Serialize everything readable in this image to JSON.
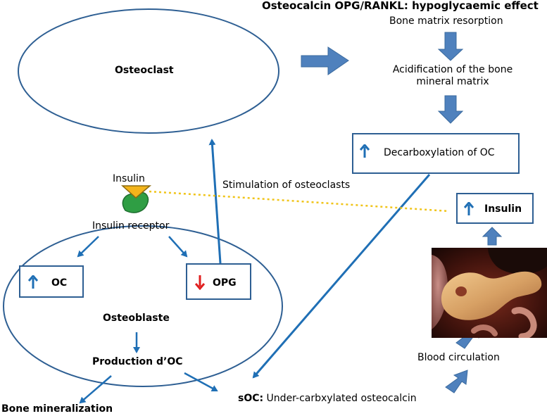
{
  "title": "Osteocalcin OPG/RANKL: hypoglycaemic effect",
  "cascade": {
    "step1": "Bone matrix resorption",
    "step2_line1": "Acidification of the bone",
    "step2_line2": "mineral matrix",
    "step3": "Decarboxylation of OC"
  },
  "osteoclast": "Osteoclast",
  "stimulation": "Stimulation of osteoclasts",
  "insulin_ligand": "Insulin",
  "insulin_receptor": "Insulin receptor",
  "oc_box": "OC",
  "opg_box": "OPG",
  "osteoblaste": "Osteoblaste",
  "production": "Production d’OC",
  "bone_mineralization": "Bone mineralization",
  "soc_bold": "sOC:",
  "soc_text": " Under-carbxylated osteocalcin",
  "blood_circulation": "Blood circulation",
  "insulin_box": "Insulin",
  "colors": {
    "line": "#2e5f93",
    "arrow": "#1f6fb5",
    "block_arrow": "#4f81bd",
    "down_arrow": "#e02020",
    "receptor": "#2f9e44",
    "ligand": "#f3b41b",
    "dotted": "#f0c419"
  },
  "icons": {
    "up_arrow": "up-arrow-icon",
    "down_arrow": "down-arrow-icon"
  }
}
